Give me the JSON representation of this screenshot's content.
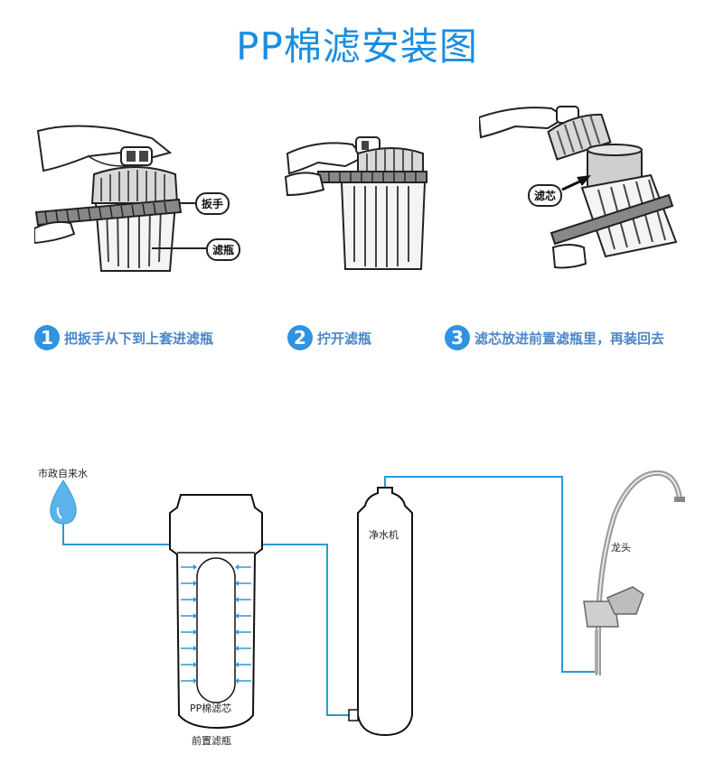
{
  "title": "PP棉滤安装图",
  "callouts": {
    "wrench": "扳手",
    "bottle": "滤瓶",
    "core": "滤芯"
  },
  "steps": [
    {
      "number": "1",
      "text": "把扳手从下到上套进滤瓶"
    },
    {
      "number": "2",
      "text": "拧开滤瓶"
    },
    {
      "number": "3",
      "text": "滤芯放进前置滤瓶里，再装回去"
    }
  ],
  "flow": {
    "source": "市政自来水",
    "pp_core": "PP棉滤芯",
    "prefilter": "前置滤瓶",
    "purifier": "净水机",
    "faucet": "龙头"
  },
  "colors": {
    "title": "#1a8ee0",
    "pipe": "#2a9ad8",
    "step_badge": "#2f93e0",
    "drop": "#5ab4ea"
  }
}
